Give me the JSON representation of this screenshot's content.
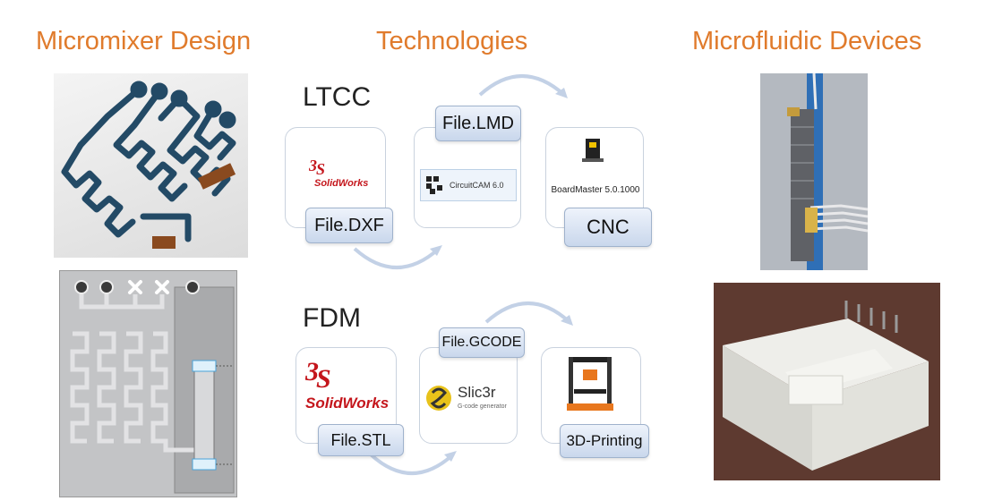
{
  "titles": {
    "micromixer": "Micromixer Design",
    "technologies": "Technologies",
    "devices": "Microfluidic Devices"
  },
  "ltcc": {
    "label": "LTCC",
    "solidworks_logo": "SolidWorks",
    "file_dxf": "File.DXF",
    "file_lmd": "File.LMD",
    "circuitcam": "CircuitCAM 6.0",
    "boardmaster": "BoardMaster 5.0.1000",
    "cnc": "CNC"
  },
  "fdm": {
    "label": "FDM",
    "solidworks_logo": "SolidWorks",
    "file_stl": "File.STL",
    "file_gcode": "File.GCODE",
    "slic3r": "Slic3r",
    "slic3r_sub": "G-code generator",
    "printing": "3D-Printing"
  },
  "colors": {
    "title_orange": "#e07b2c",
    "channel_blue": "#234a66",
    "tag_fill": "#c9d7ec"
  }
}
